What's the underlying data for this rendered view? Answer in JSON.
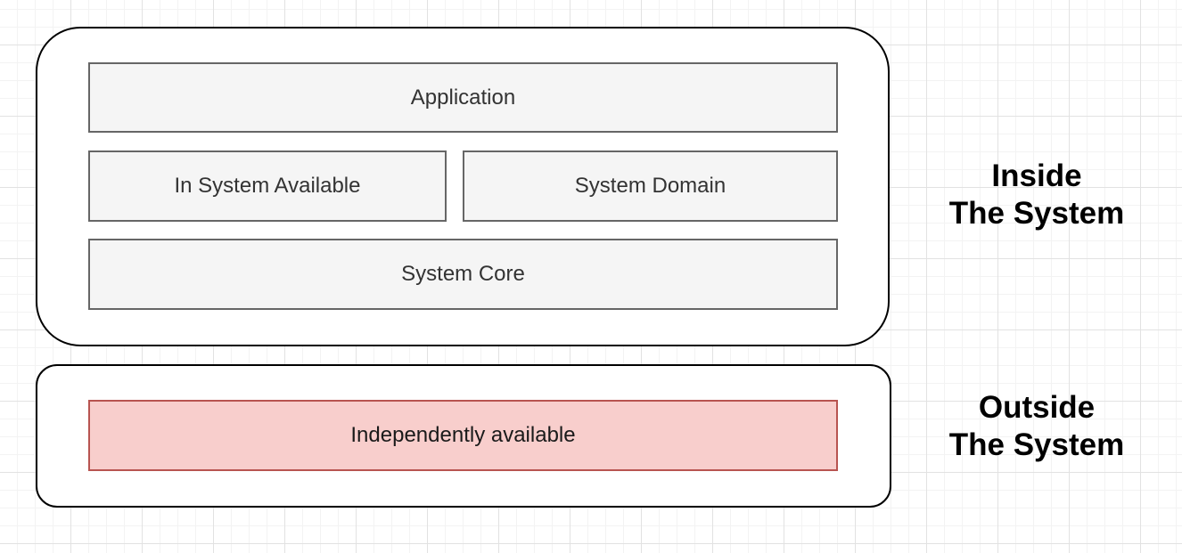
{
  "diagram": {
    "inside": {
      "label_line1": "Inside",
      "label_line2": "The System",
      "boxes": {
        "application": "Application",
        "in_system_available": "In System Available",
        "system_domain": "System Domain",
        "system_core": "System Core"
      }
    },
    "outside": {
      "label_line1": "Outside",
      "label_line2": "The System",
      "boxes": {
        "independently_available": "Independently available"
      }
    }
  },
  "colors": {
    "container_border": "#000000",
    "container_fill": "#ffffff",
    "box_fill": "#f5f5f5",
    "box_border": "#666666",
    "box_text": "#333333",
    "highlight_fill": "#f8cecc",
    "highlight_border": "#b85450",
    "highlight_text": "#1a1a1a",
    "side_label_text": "#000000",
    "grid_minor": "#f3f3f3",
    "grid_major": "#e2e2e2"
  }
}
